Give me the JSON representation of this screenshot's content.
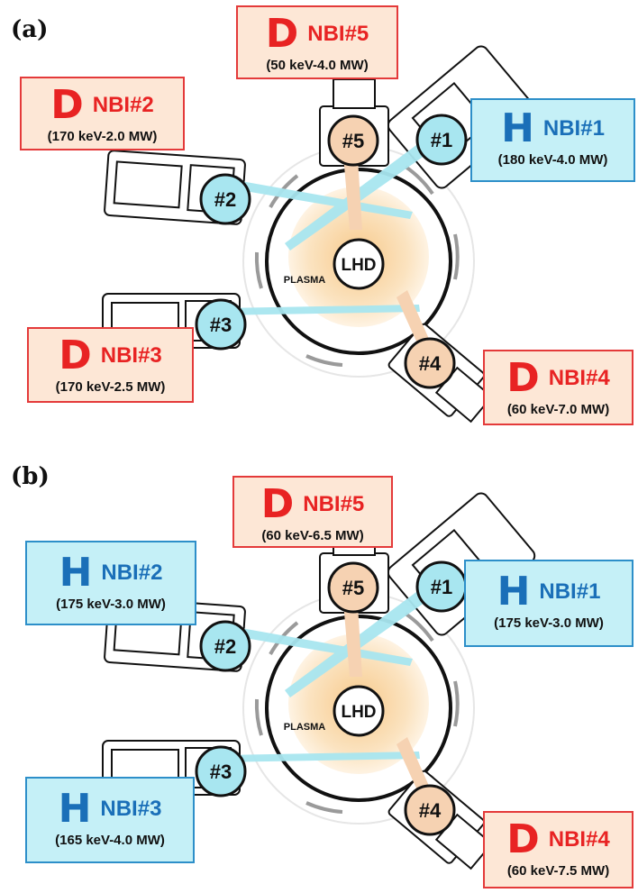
{
  "panels": [
    {
      "label": "(a)",
      "nbi": [
        {
          "species": "H",
          "name": "NBI#1",
          "spec": "(180 keV-4.0 MW)"
        },
        {
          "species": "D",
          "name": "NBI#2",
          "spec": "(170 keV-2.0 MW)"
        },
        {
          "species": "D",
          "name": "NBI#3",
          "spec": "(170 keV-2.5 MW)"
        },
        {
          "species": "D",
          "name": "NBI#4",
          "spec": "(60 keV-7.0 MW)"
        },
        {
          "species": "D",
          "name": "NBI#5",
          "spec": "(50 keV-4.0 MW)"
        }
      ]
    },
    {
      "label": "(b)",
      "nbi": [
        {
          "species": "H",
          "name": "NBI#1",
          "spec": "(175 keV-3.0 MW)"
        },
        {
          "species": "H",
          "name": "NBI#2",
          "spec": "(175 keV-3.0 MW)"
        },
        {
          "species": "H",
          "name": "NBI#3",
          "spec": "(165 keV-4.0 MW)"
        },
        {
          "species": "D",
          "name": "NBI#4",
          "spec": "(60 keV-7.5 MW)"
        },
        {
          "species": "D",
          "name": "NBI#5",
          "spec": "(60 keV-6.5 MW)"
        }
      ]
    }
  ],
  "injector_labels": [
    "#1",
    "#2",
    "#3",
    "#4",
    "#5"
  ],
  "center_label": "LHD",
  "plasma_label": "PLASMA",
  "colors": {
    "D_fill": "#fde7d6",
    "D_border": "#e43a3a",
    "D_text": "#e82323",
    "H_fill": "#c5f0f7",
    "H_border": "#2d8fc9",
    "H_text": "#1a6fb8"
  }
}
